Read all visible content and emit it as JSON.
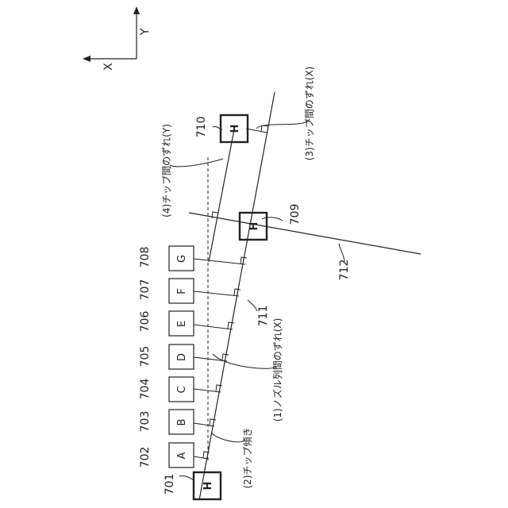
{
  "axes": {
    "x_label": "X",
    "y_label": "Y"
  },
  "head_chip": {
    "letter": "H",
    "reference_left": "701",
    "reference_middle": "709",
    "reference_top": "710"
  },
  "nozzle_chips": [
    {
      "letter": "A",
      "reference": "702"
    },
    {
      "letter": "B",
      "reference": "703"
    },
    {
      "letter": "C",
      "reference": "704"
    },
    {
      "letter": "D",
      "reference": "705"
    },
    {
      "letter": "E",
      "reference": "706"
    },
    {
      "letter": "F",
      "reference": "707"
    },
    {
      "letter": "G",
      "reference": "708"
    }
  ],
  "lines": {
    "nozzle_row_line": "711",
    "cross_line": "712"
  },
  "annotations": {
    "nozzle_row_shift": "(1)ノズル列間のずれ(X)",
    "chip_tilt": "(2)チップ傾き",
    "chip_shift_x": "(3)チップ間のずれ(X)",
    "chip_shift_y": "(4)チップ間のずれ(Y)"
  }
}
